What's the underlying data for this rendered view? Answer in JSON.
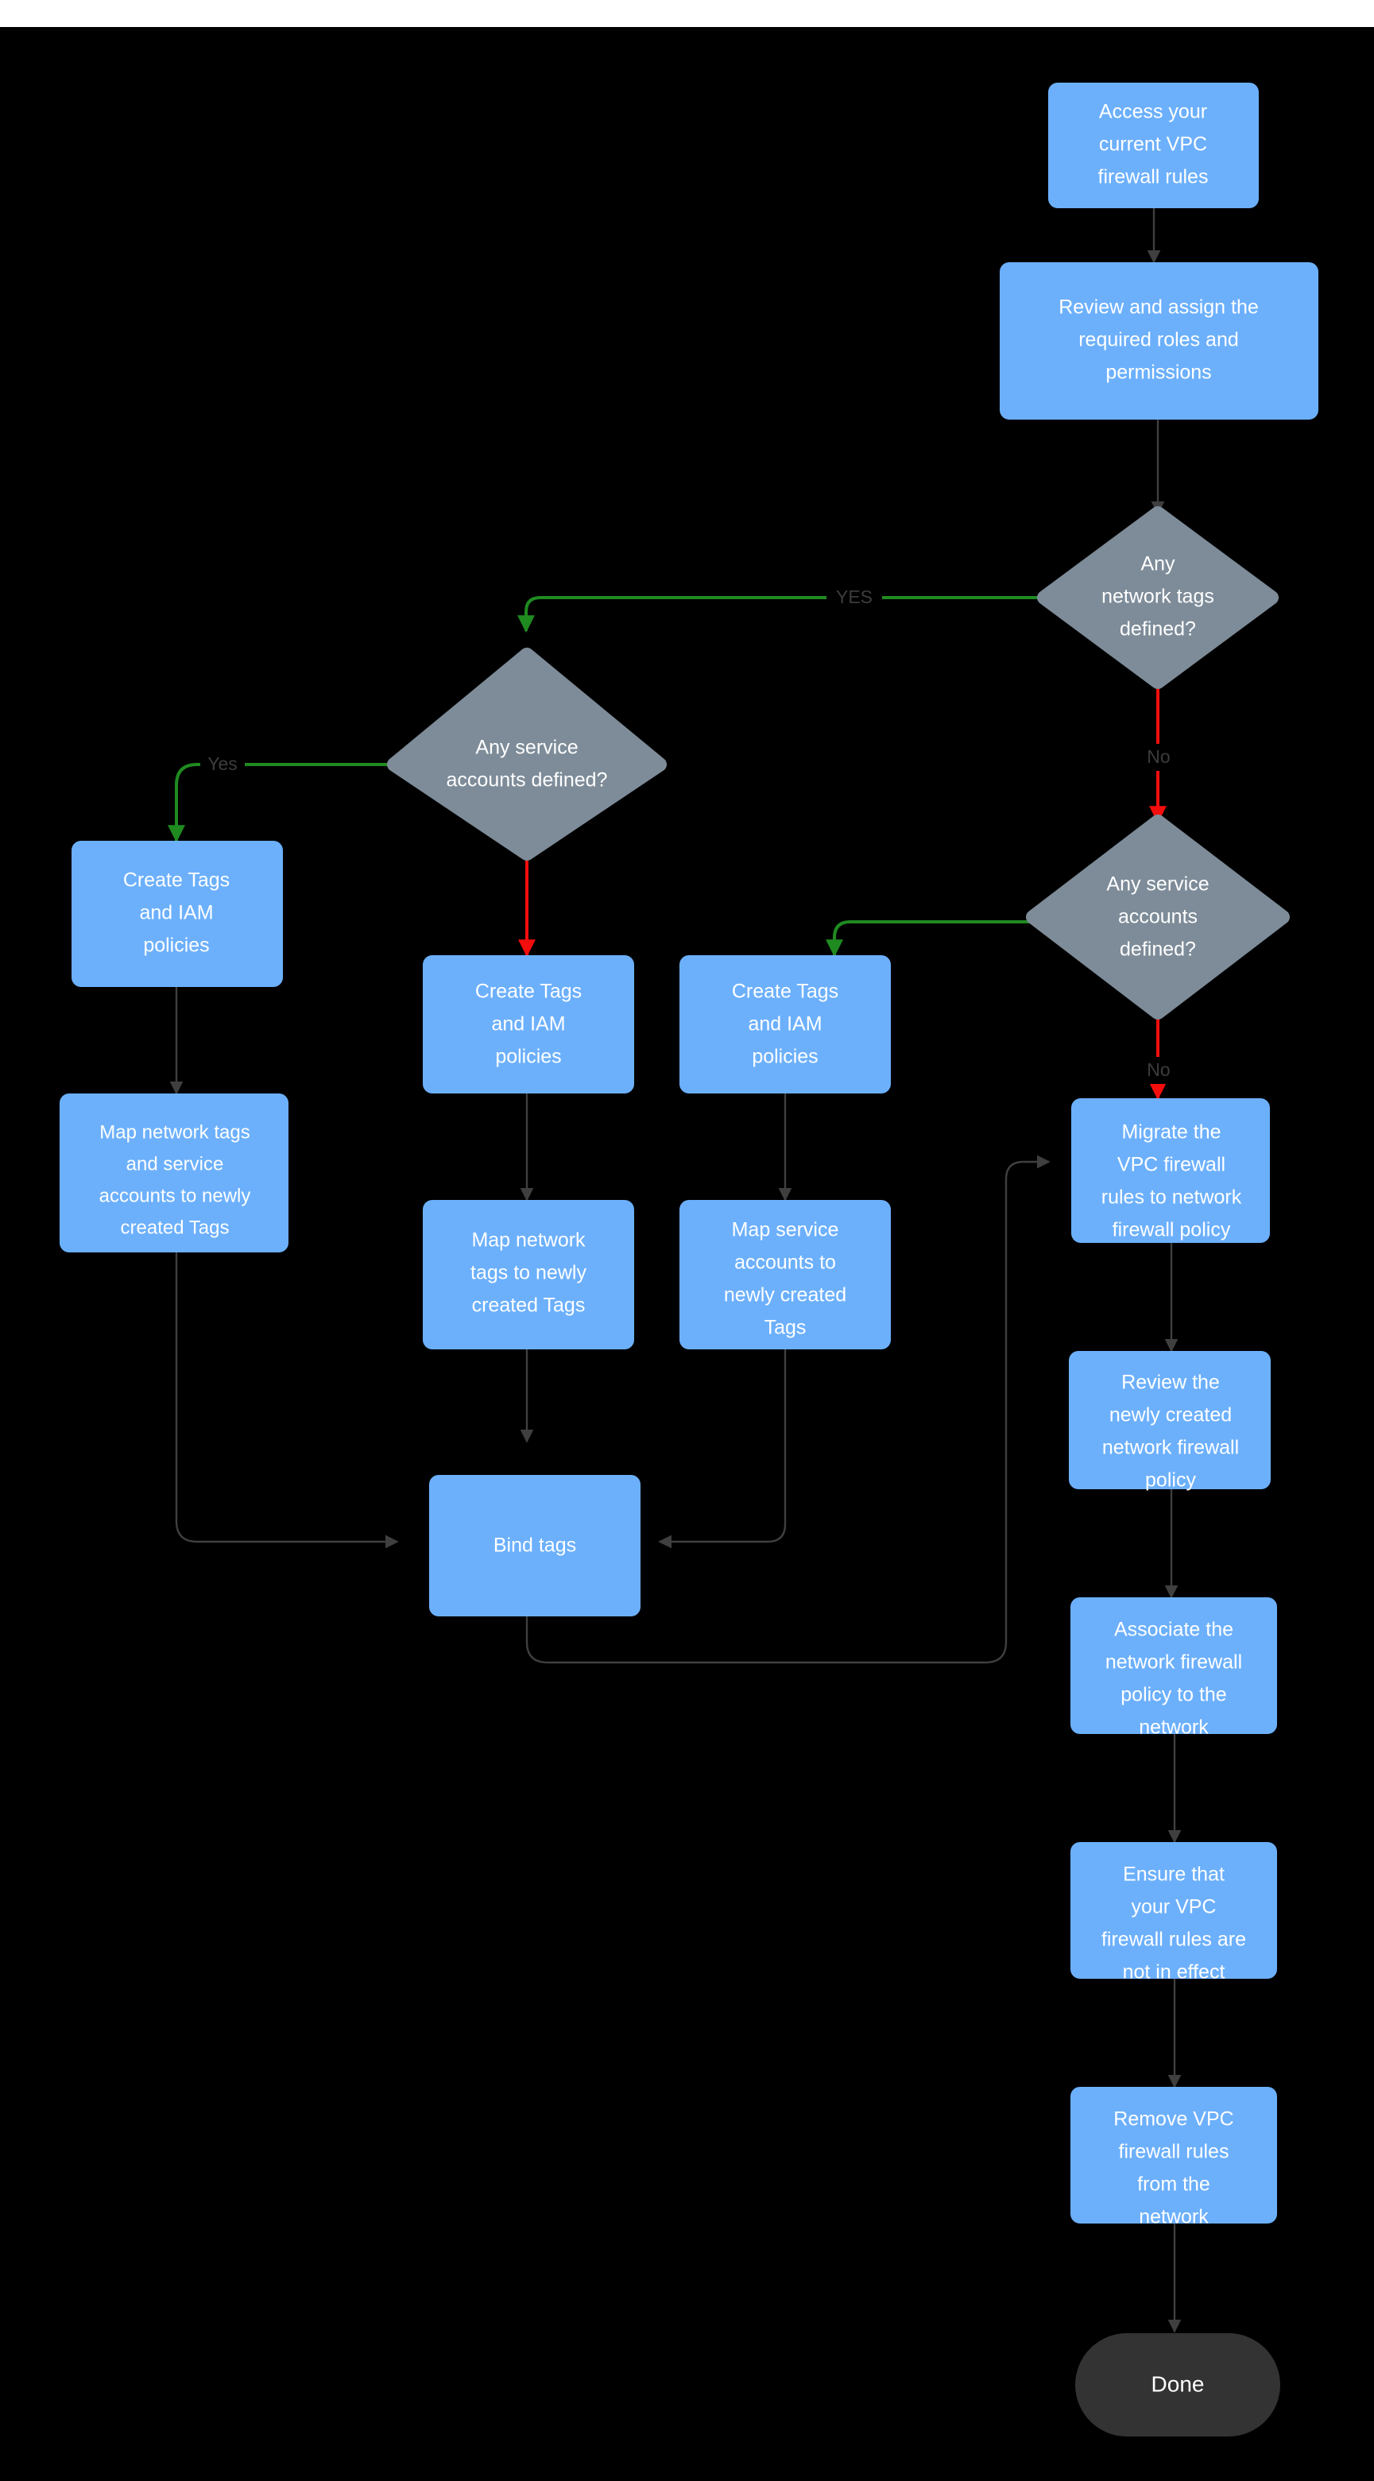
{
  "diagram": {
    "title": "VPC firewall rules to network firewall policy migration flow",
    "background_color": "#000000",
    "process_color": "#6cb0fc",
    "decision_color": "#7e8c99",
    "terminal_color": "#333333",
    "yes_edge_color": "#1f8a20",
    "no_edge_color": "#f40d0d",
    "default_edge_color": "#3f3f3f",
    "text_color": "#ffffff",
    "edge_label_color": "#3c3c3c"
  },
  "nodes": {
    "access_rules": {
      "label": "Access your current VPC firewall rules",
      "type": "process"
    },
    "review_roles": {
      "label": "Review and assign the required roles and permissions",
      "type": "process"
    },
    "q_network_tags": {
      "label": "Any network tags defined?",
      "type": "decision"
    },
    "q_service_accounts_left": {
      "label": "Any service accounts defined?",
      "type": "decision"
    },
    "q_service_accounts_right": {
      "label": "Any service accounts defined?",
      "type": "decision"
    },
    "create_tags_iam_a": {
      "label": "Create Tags and IAM policies",
      "type": "process"
    },
    "create_tags_iam_b": {
      "label": "Create Tags and IAM policies",
      "type": "process"
    },
    "create_tags_iam_c": {
      "label": "Create Tags and IAM policies",
      "type": "process"
    },
    "map_both": {
      "label": "Map network tags and service accounts to newly created Tags",
      "type": "process"
    },
    "map_network_tags": {
      "label": "Map network tags to newly created Tags",
      "type": "process"
    },
    "map_service_accounts": {
      "label": "Map service accounts  to newly created Tags",
      "type": "process"
    },
    "bind_tags": {
      "label": "Bind tags",
      "type": "process"
    },
    "migrate_rules": {
      "label": "Migrate the VPC firewall rules to network firewall policy",
      "type": "process"
    },
    "review_policy": {
      "label": "Review the newly created network firewall policy",
      "type": "process"
    },
    "associate_policy": {
      "label": "Associate the network firewall policy to the network",
      "type": "process"
    },
    "ensure_not_effect": {
      "label": "Ensure that your VPC firewall rules are not in effect",
      "type": "process"
    },
    "remove_rules": {
      "label": "Remove  VPC firewall rules from the network",
      "type": "process"
    },
    "done": {
      "label": "Done",
      "type": "terminal"
    }
  },
  "node_lines": {
    "access_rules": [
      "Access your",
      "current VPC",
      "firewall rules"
    ],
    "review_roles": [
      "Review and assign the",
      "required roles and",
      "permissions"
    ],
    "q_network_tags": [
      "Any",
      "network tags",
      "defined?"
    ],
    "q_service_accounts_left": [
      "Any service",
      "accounts defined?"
    ],
    "q_service_accounts_right": [
      "Any service",
      "accounts",
      "defined?"
    ],
    "create_tags_iam_a": [
      "Create Tags",
      "and IAM",
      "policies"
    ],
    "create_tags_iam_b": [
      "Create Tags",
      "and IAM",
      "policies"
    ],
    "create_tags_iam_c": [
      "Create Tags",
      "and IAM",
      "policies"
    ],
    "map_both": [
      "Map network tags",
      "and service",
      "accounts to newly",
      "created Tags"
    ],
    "map_network_tags": [
      "Map network",
      "tags to newly",
      "created Tags"
    ],
    "map_service_accounts": [
      "Map service",
      "accounts  to",
      "newly created",
      "Tags"
    ],
    "bind_tags": [
      "Bind tags"
    ],
    "migrate_rules": [
      "Migrate the",
      "VPC firewall",
      "rules to network",
      "firewall policy"
    ],
    "review_policy": [
      "Review the",
      "newly created",
      "network firewall",
      "policy"
    ],
    "associate_policy": [
      "Associate the",
      "network firewall",
      "policy to the",
      "network"
    ],
    "ensure_not_effect": [
      "Ensure that",
      "your VPC",
      "firewall rules are",
      "not in effect"
    ],
    "remove_rules": [
      "Remove  VPC",
      "firewall rules",
      "from the",
      "network"
    ],
    "done": [
      "Done"
    ]
  },
  "edge_labels": {
    "network_tags_yes": "YES",
    "network_tags_no": "No",
    "service_accounts_left_yes": "Yes",
    "service_accounts_right_no": "No"
  }
}
